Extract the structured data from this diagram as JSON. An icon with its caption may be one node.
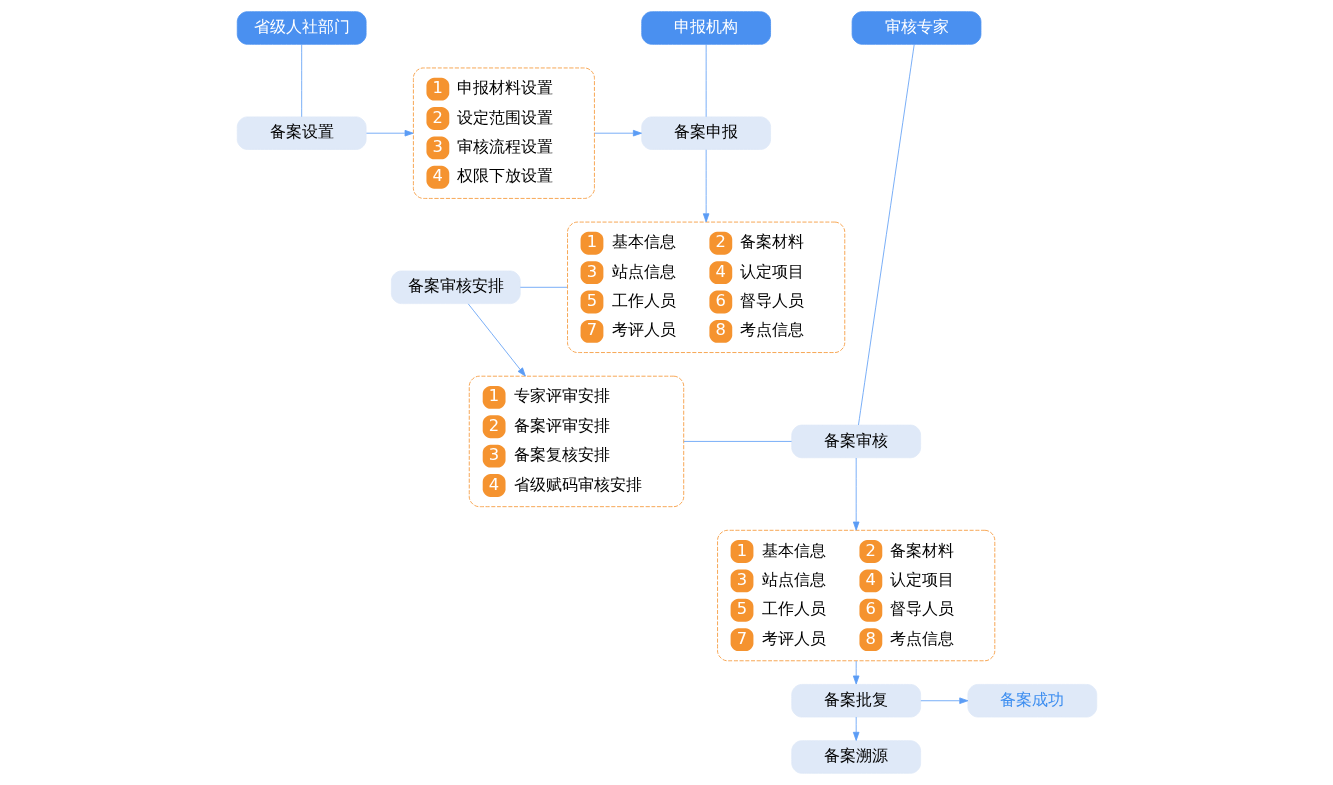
{
  "diagram": {
    "nodes": [
      {
        "text": [
          "省级人社部门"
        ]
      },
      {
        "text": [
          "申报机构"
        ]
      },
      {
        "text": [
          "审核专家"
        ]
      },
      {
        "text": [
          "备案设置"
        ]
      },
      {
        "text": [
          "1",
          "申报材料设置",
          "2",
          "设定范围设置",
          "3",
          "审核流程设置",
          "4",
          "权限下放设置"
        ]
      },
      {
        "text": [
          "备案申报"
        ]
      },
      {
        "text": [
          "1",
          "基本信息",
          "2",
          "备案材料",
          "3",
          "站点信息",
          "4",
          "认定项目",
          "5",
          "工作人员",
          "6",
          "督导人员",
          "7",
          "考评人员",
          "8",
          "考点信息"
        ]
      },
      {
        "text": [
          "备案审核安排"
        ]
      },
      {
        "text": [
          "1",
          "专家评审安排",
          "2",
          "备案评审安排",
          "3",
          "备案复核安排",
          "4",
          "省级赋码审核安排"
        ]
      },
      {
        "text": [
          "备案审核"
        ]
      },
      {
        "text": [
          "1",
          "基本信息",
          "2",
          "备案材料",
          "3",
          "站点信息",
          "4",
          "认定项目",
          "5",
          "工作人员",
          "6",
          "督导人员",
          "7",
          "考评人员",
          "8",
          "考点信息"
        ]
      },
      {
        "text": [
          "备案批复"
        ]
      },
      {
        "text": [
          "备案溯源"
        ]
      },
      {
        "text": [
          "备案成功"
        ]
      }
    ],
    "edges": [
      {
        "from": 0,
        "to": 3,
        "arrow": "none"
      },
      {
        "from": 1,
        "to": 5,
        "arrow": "none"
      },
      {
        "from": 2,
        "to": 9,
        "arrow": "none"
      },
      {
        "from": 3,
        "to": 4,
        "arrow": "to"
      },
      {
        "from": 4,
        "to": 5,
        "arrow": "to"
      },
      {
        "from": 5,
        "to": 6,
        "arrow": "to"
      },
      {
        "from": 6,
        "to": 7,
        "arrow": "none"
      },
      {
        "from": 7,
        "to": 8,
        "arrow": "to"
      },
      {
        "from": 8,
        "to": 9,
        "arrow": "none"
      },
      {
        "from": 9,
        "to": 10,
        "arrow": "to"
      },
      {
        "from": 10,
        "to": 11,
        "arrow": "to"
      },
      {
        "from": 11,
        "to": 12,
        "arrow": "to"
      },
      {
        "from": 11,
        "to": 13,
        "arrow": "to"
      }
    ]
  }
}
